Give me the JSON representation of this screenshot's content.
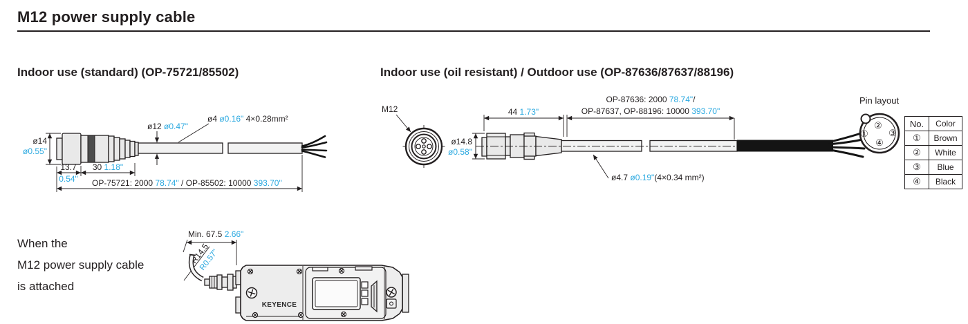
{
  "page": {
    "title": "M12 power supply cable"
  },
  "colors": {
    "dimension_inch_blue": "#2ba9e0",
    "ink": "#231f20"
  },
  "sections": {
    "left_heading": "Indoor use (standard) (OP-75721/85502)",
    "right_heading": "Indoor use (oil resistant) / Outdoor use (OP-87636/87637/88196)"
  },
  "left_diagram": {
    "dia14_mm": "ø14",
    "dia14_in": "ø0.55\"",
    "dia12_mm": "ø12 ",
    "dia12_in": "ø0.47\"",
    "dia4_mm": "ø4 ",
    "dia4_in": "ø0.16\"",
    "dia4_spec": "  4×0.28mm²",
    "dim137_mm": "13.7",
    "dim137_in": "0.54\"",
    "dim30_mm": "30 ",
    "dim30_in": "1.18\"",
    "len_black1": "OP-75721: 2000 ",
    "len_blue1": "78.74\" ",
    "len_black2": "/ OP-85502: 10000 ",
    "len_blue2": "393.70\""
  },
  "right_diagram": {
    "m12_label": "M12",
    "dia148_mm": "ø14.8",
    "dia148_in": "ø0.58\"",
    "dim44_mm": "44 ",
    "dim44_in": "1.73\"",
    "len1_black": "OP-87636: 2000 ",
    "len1_blue": "78.74\"",
    "len1_tail": "/",
    "len2_black": "OP-87637, OP-88196: 10000 ",
    "len2_blue": "393.70\"",
    "dia47_mm": "ø4.7 ",
    "dia47_in": "ø0.19\"",
    "dia47_spec": "(4×0.34 mm²)"
  },
  "pin_layout": {
    "title": "Pin layout",
    "face": [
      "①",
      "②",
      "③",
      "④"
    ],
    "table": {
      "headers": [
        "No.",
        "Color"
      ],
      "rows": [
        [
          "①",
          "Brown"
        ],
        [
          "②",
          "White"
        ],
        [
          "③",
          "Blue"
        ],
        [
          "④",
          "Black"
        ]
      ]
    }
  },
  "attached": {
    "caption_line1": "When the",
    "caption_line2": "M12 power supply cable",
    "caption_line3": "is attached",
    "dim_min_mm": "Min. 67.5 ",
    "dim_min_in": "2.66\"",
    "radius_mm": "R14.5",
    "radius_in": "R0.57\"",
    "brand": "KEYENCE"
  }
}
